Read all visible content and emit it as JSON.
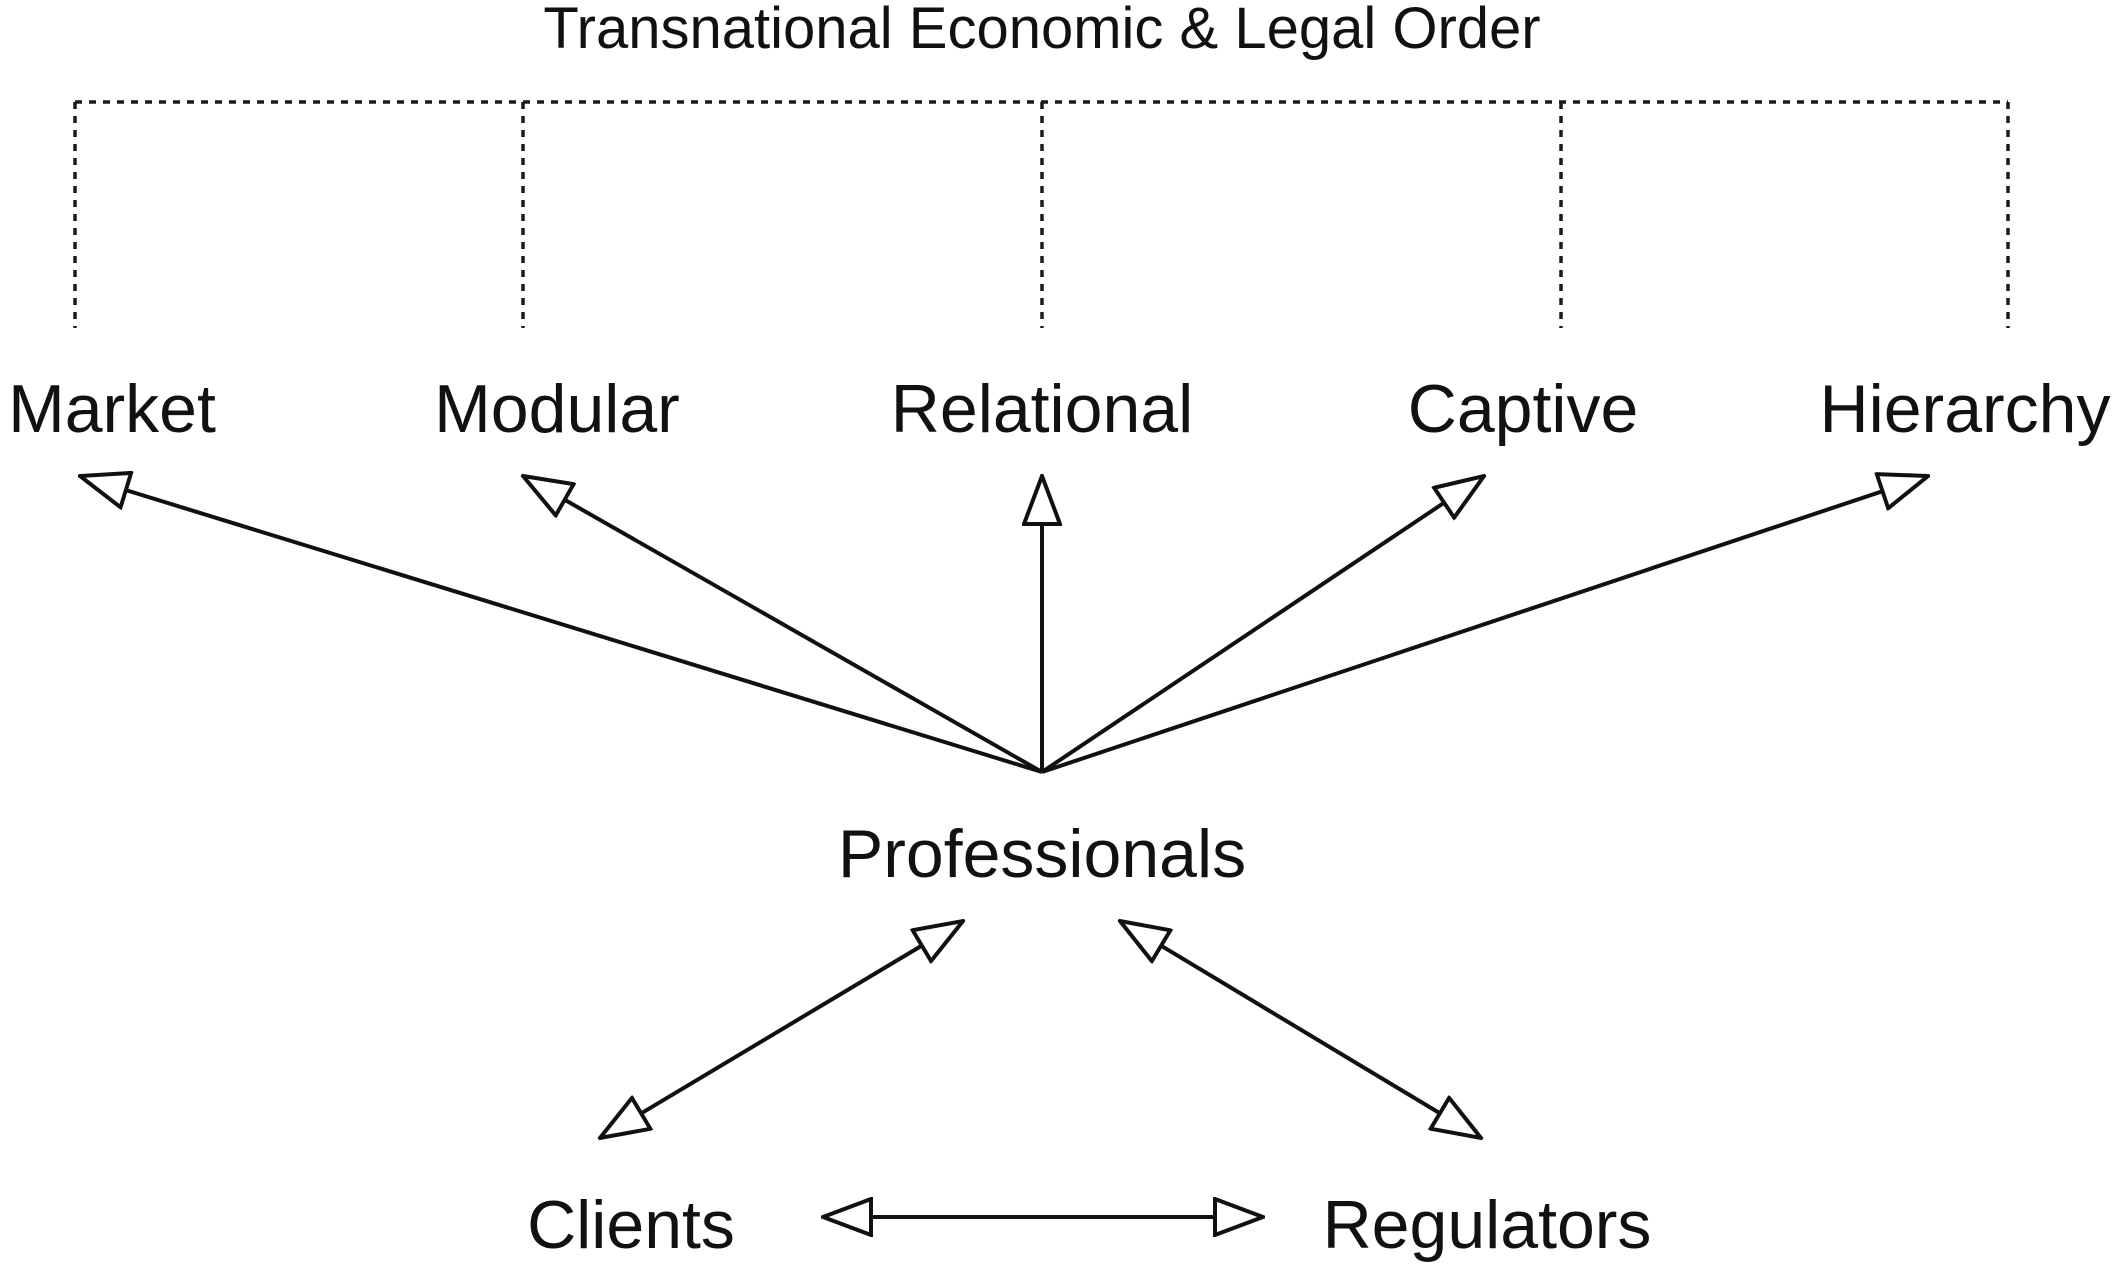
{
  "diagram": {
    "title": "Transnational Economic & Legal Order",
    "governance_types": [
      "Market",
      "Modular",
      "Relational",
      "Captive",
      "Hierarchy"
    ],
    "center": "Professionals",
    "bottom_left": "Clients",
    "bottom_right": "Regulators"
  },
  "edges": [
    {
      "from": "Professionals",
      "to": "Market",
      "direction": "forward"
    },
    {
      "from": "Professionals",
      "to": "Modular",
      "direction": "forward"
    },
    {
      "from": "Professionals",
      "to": "Relational",
      "direction": "forward"
    },
    {
      "from": "Professionals",
      "to": "Captive",
      "direction": "forward"
    },
    {
      "from": "Professionals",
      "to": "Hierarchy",
      "direction": "forward"
    },
    {
      "from": "Professionals",
      "to": "Clients",
      "direction": "both"
    },
    {
      "from": "Professionals",
      "to": "Regulators",
      "direction": "both"
    },
    {
      "from": "Clients",
      "to": "Regulators",
      "direction": "both"
    }
  ],
  "colors": {
    "line": "#111111",
    "arrow_fill": "#ffffff",
    "background": "#ffffff"
  }
}
